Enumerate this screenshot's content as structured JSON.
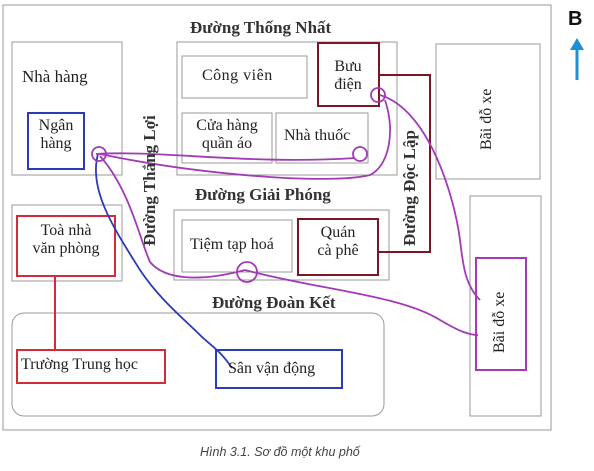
{
  "roads": {
    "thong_nhat": "Đường Thống Nhất",
    "thang_loi": "Đường Thắng Lợi",
    "doc_lap": "Đường Độc Lập",
    "giai_phong": "Đường Giải Phóng",
    "doan_ket": "Đường Đoàn Kết"
  },
  "places": {
    "nha_hang": "Nhà hàng",
    "ngan_hang_1": "Ngân",
    "ngan_hang_2": "hàng",
    "cong_vien": "Công viên",
    "buu_dien_1": "Bưu",
    "buu_dien_2": "điện",
    "cua_hang_1": "Cửa hàng",
    "cua_hang_2": "quần áo",
    "nha_thuoc": "Nhà thuốc",
    "bai_do_xe_top": "Bãi đỗ xe",
    "toa_nha_1": "Toà nhà",
    "toa_nha_2": "văn phòng",
    "tiem_tap_hoa": "Tiệm tạp hoá",
    "quan_ca_phe_1": "Quán",
    "quan_ca_phe_2": "cà phê",
    "bai_do_xe_bottom": "Bãi đỗ xe",
    "truong_trung_hoc": "Trường Trung học",
    "san_van_dong": "Sân vận động"
  },
  "compass": {
    "north_label": "B",
    "arrow_color": "#1f8fd6"
  },
  "colors": {
    "blue": "#2b3bb5",
    "red": "#d42a3a",
    "maroon": "#7a1626",
    "purple": "#a23bb6"
  },
  "caption": "Hình 3.1. Sơ đồ một khu phố"
}
